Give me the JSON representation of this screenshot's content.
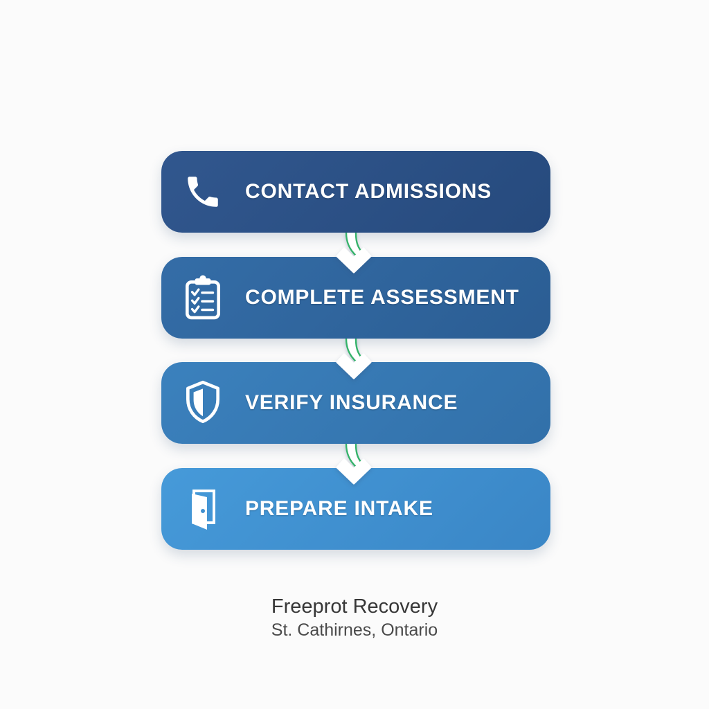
{
  "canvas": {
    "background_color": "#fbfbfb"
  },
  "steps": [
    {
      "label": "CONTACT ADMISSIONS",
      "icon": "phone-icon",
      "colors": {
        "from": "#31578e",
        "to": "#264a7d"
      }
    },
    {
      "label": "COMPLETE ASSESSMENT",
      "icon": "clipboard-checklist-icon",
      "colors": {
        "from": "#346da7",
        "to": "#2b5d93"
      }
    },
    {
      "label": "VERIFY INSURANCE",
      "icon": "shield-half-icon",
      "colors": {
        "from": "#3b81bd",
        "to": "#3270a9"
      }
    },
    {
      "label": "PREPARE INTAKE",
      "icon": "door-open-icon",
      "colors": {
        "from": "#469ad9",
        "to": "#3a86c6"
      }
    }
  ],
  "connector": {
    "icon": "curved-down-arrow-icon",
    "fill_color": "#ffffff",
    "accent_color": "#35b36a"
  },
  "footer": {
    "title": "Freeprot Recovery",
    "subtitle": "St. Cathirnes, Ontario"
  }
}
